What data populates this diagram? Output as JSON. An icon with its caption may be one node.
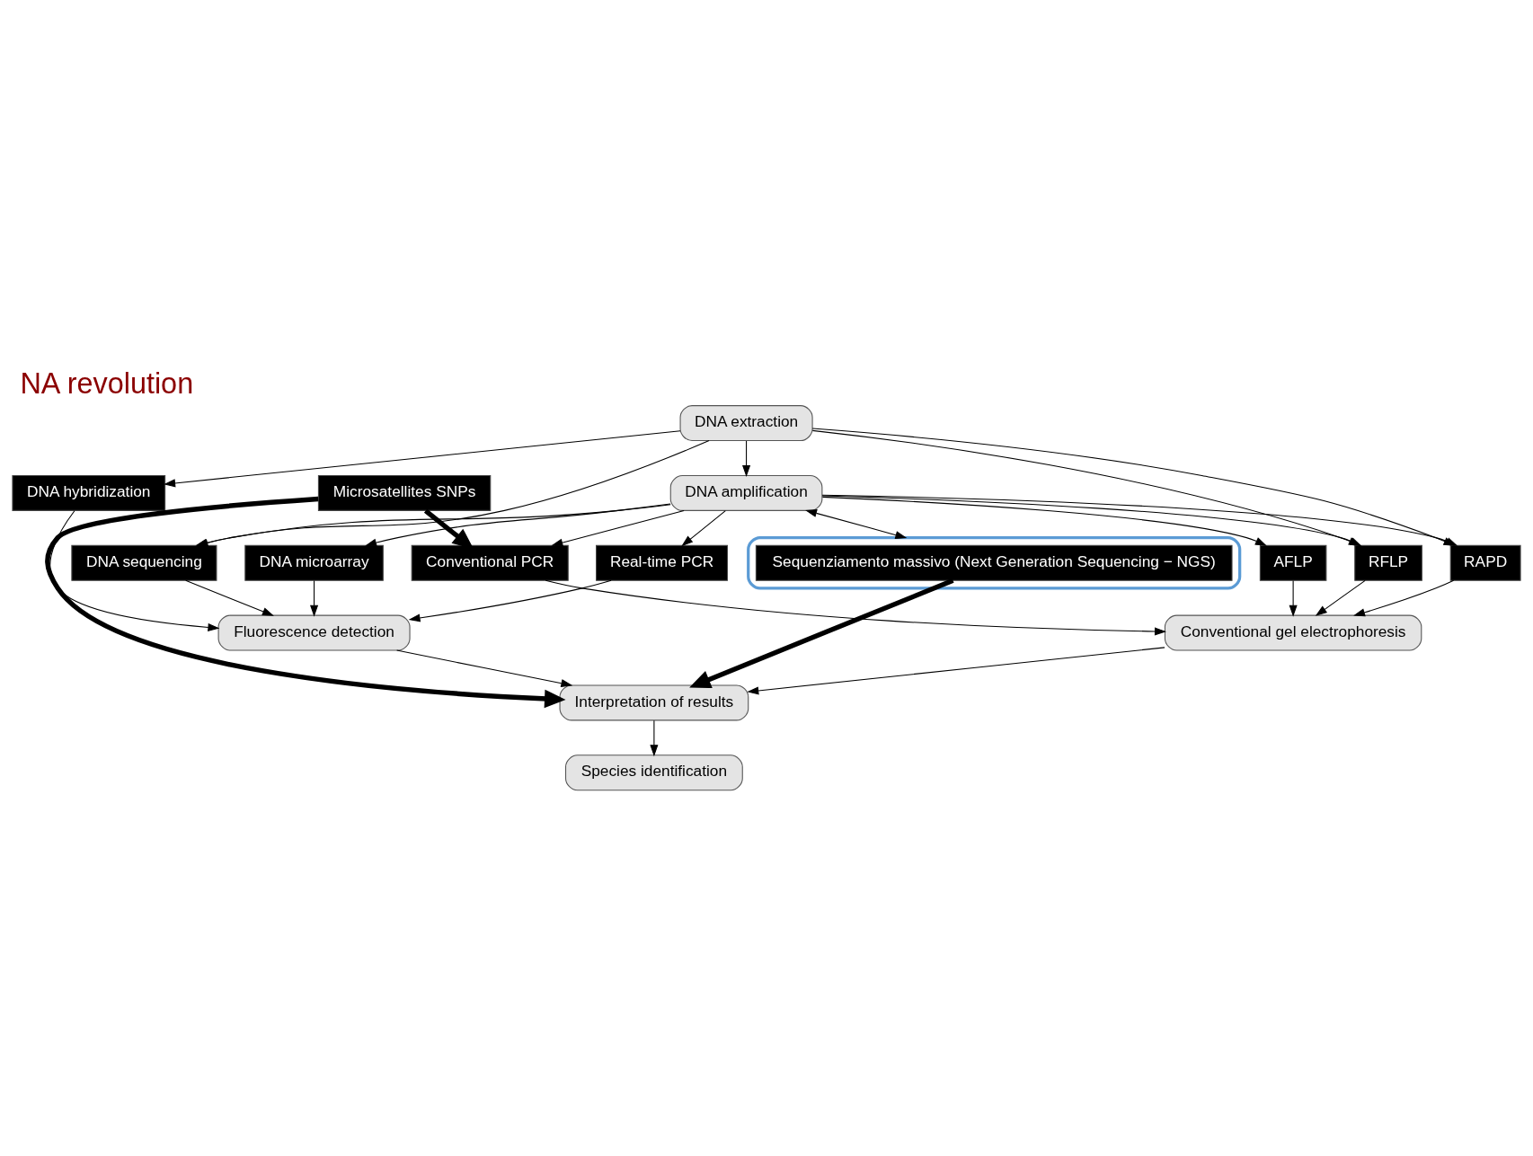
{
  "diagram": {
    "title": "NA revolution",
    "nodes": [
      {
        "text": [
          "DNA extraction"
        ]
      },
      {
        "text": [
          "DNA hybridization"
        ]
      },
      {
        "text": [
          "DNA amplification"
        ]
      },
      {
        "text": [
          "RFLP"
        ]
      },
      {
        "text": [
          "DNA sequencing"
        ]
      },
      {
        "text": [
          "Microsatellites SNPs"
        ]
      },
      {
        "text": [
          "RAPD"
        ]
      },
      {
        "text": [
          "AFLP"
        ]
      },
      {
        "text": [
          "DNA microarray"
        ]
      },
      {
        "text": [
          "Real-time PCR"
        ]
      },
      {
        "text": [
          "Conventional PCR"
        ]
      },
      {
        "text": [
          "Fluorescence detection"
        ]
      },
      {
        "text": [
          "Conventional gel electrophoresis"
        ]
      },
      {
        "text": [
          "Interpretation of results"
        ]
      },
      {
        "text": [
          "Species identification"
        ]
      },
      {
        "text": [],
        "shape": "ellipse"
      },
      {
        "text": [
          "Sequenziamento massivo (Next Generation Sequencing − NGS)"
        ],
        "in": 15
      }
    ],
    "edges": [
      {
        "from": 0,
        "to": 1,
        "arrow": "to"
      },
      {
        "from": 0,
        "to": 2,
        "arrow": "to"
      },
      {
        "from": 0,
        "to": 3,
        "arrow": "to"
      },
      {
        "from": 0,
        "to": 4,
        "arrow": "to"
      },
      {
        "from": 0,
        "to": 6,
        "arrow": "to"
      },
      {
        "from": 2,
        "to": 3,
        "arrow": "to"
      },
      {
        "from": 2,
        "to": 4,
        "arrow": "to"
      },
      {
        "from": 2,
        "to": 6,
        "arrow": "to"
      },
      {
        "from": 2,
        "to": 7,
        "arrow": "to"
      },
      {
        "from": 2,
        "to": 8,
        "arrow": "to"
      },
      {
        "from": 2,
        "to": 9,
        "arrow": "to"
      },
      {
        "from": 2,
        "to": 10,
        "arrow": "to"
      },
      {
        "from": 1,
        "to": 11,
        "arrow": "to"
      },
      {
        "from": 4,
        "to": 11,
        "arrow": "to"
      },
      {
        "from": 8,
        "to": 11,
        "arrow": "to"
      },
      {
        "from": 9,
        "to": 11,
        "arrow": "to"
      },
      {
        "from": 3,
        "to": 12,
        "arrow": "to"
      },
      {
        "from": 6,
        "to": 12,
        "arrow": "to"
      },
      {
        "from": 7,
        "to": 12,
        "arrow": "to"
      },
      {
        "from": 10,
        "to": 12,
        "arrow": "to"
      },
      {
        "from": 11,
        "to": 13,
        "arrow": "to"
      },
      {
        "from": 12,
        "to": 13,
        "arrow": "to"
      },
      {
        "from": 13,
        "to": 14,
        "arrow": "to"
      },
      {
        "from": 5,
        "to": 13,
        "arrow": "to",
        "style": "thick"
      },
      {
        "from": 5,
        "to": 10,
        "arrow": "to",
        "style": "thick"
      },
      {
        "from": 16,
        "to": 13,
        "arrow": "to",
        "style": "thick"
      },
      {
        "from": 2,
        "to": 15,
        "arrow": "both"
      }
    ]
  }
}
